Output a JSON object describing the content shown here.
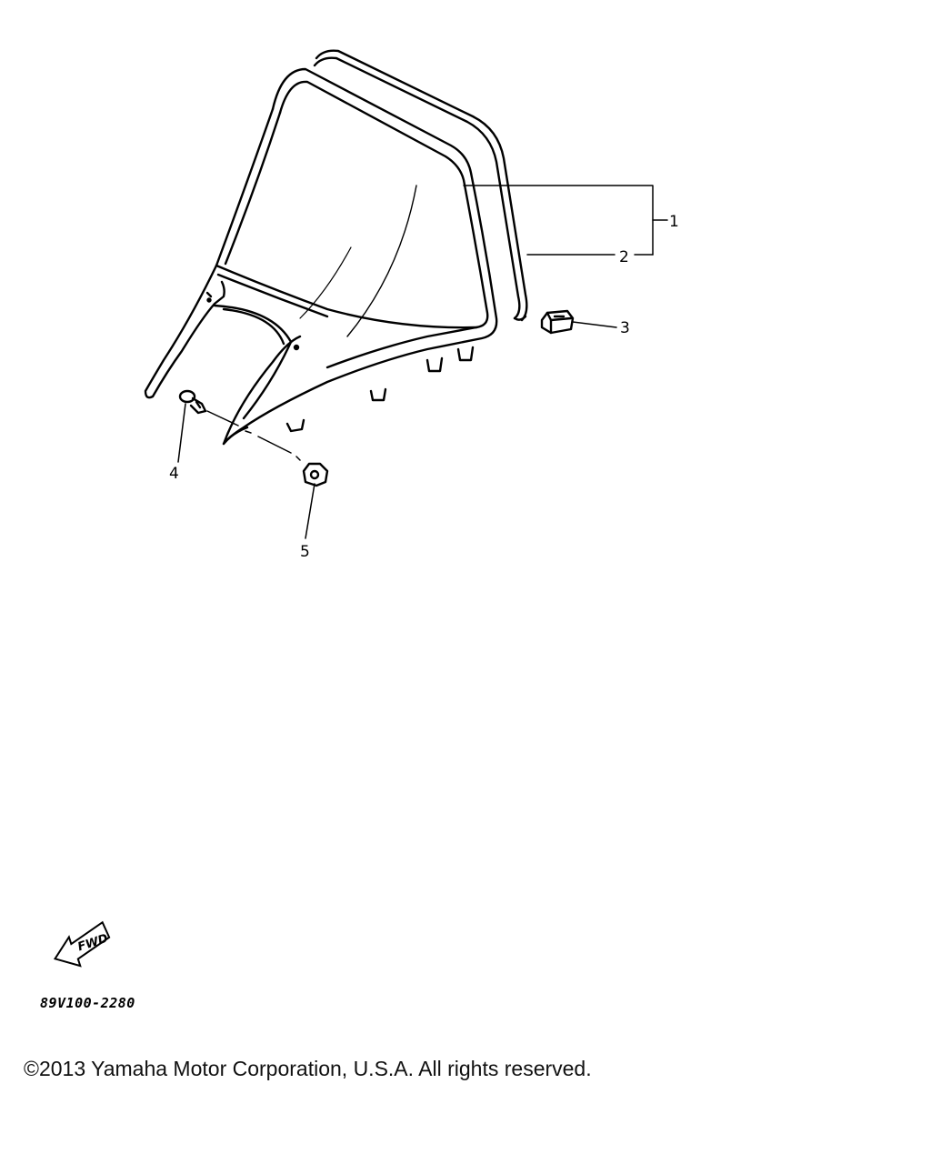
{
  "diagram": {
    "callouts": [
      {
        "id": "1",
        "label": "1"
      },
      {
        "id": "2",
        "label": "2"
      },
      {
        "id": "3",
        "label": "3"
      },
      {
        "id": "4",
        "label": "4"
      },
      {
        "id": "5",
        "label": "5"
      }
    ],
    "fwd_badge": "FWD",
    "diagram_code": "89V100-2280"
  },
  "footer": {
    "copyright": "©2013 Yamaha Motor Corporation, U.S.A. All rights reserved."
  },
  "colors": {
    "line": "#000000",
    "background": "#ffffff"
  }
}
